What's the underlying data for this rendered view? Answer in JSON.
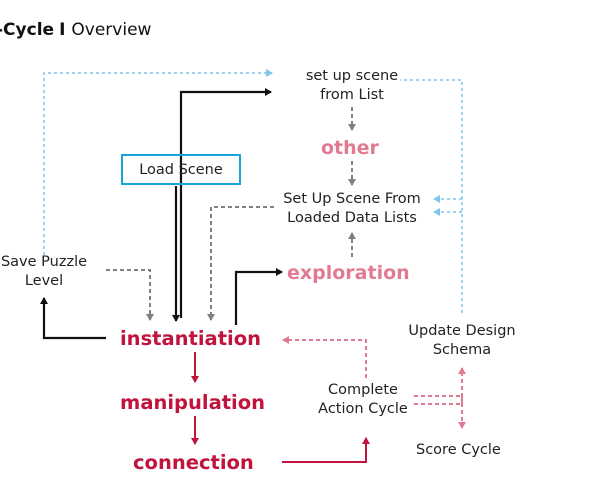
{
  "header": {
    "title_bold": "-Cycle",
    "separator": "I",
    "subtitle": "Overview"
  },
  "nodes": {
    "setup_from_list": [
      "set up scene",
      "from List"
    ],
    "other": "other",
    "setup_loaded": [
      "Set Up Scene From",
      "Loaded Data Lists"
    ],
    "load_scene": "Load Scene",
    "exploration": "exploration",
    "save_puzzle": [
      "Save Puzzle",
      "Level"
    ],
    "instantiation": "instantiation",
    "manipulation": "manipulation",
    "connection": "connection",
    "update_design": [
      "Update Design",
      "Schema"
    ],
    "complete_action": [
      "Complete",
      "Action Cycle"
    ],
    "score_cycle": "Score Cycle"
  },
  "colors": {
    "black": "#111111",
    "blue_dotted": "#7cc6ea",
    "gray_dashed": "#808080",
    "crimson": "#c0143c",
    "pink": "#e07b91",
    "box_border": "#1aa3d6"
  }
}
